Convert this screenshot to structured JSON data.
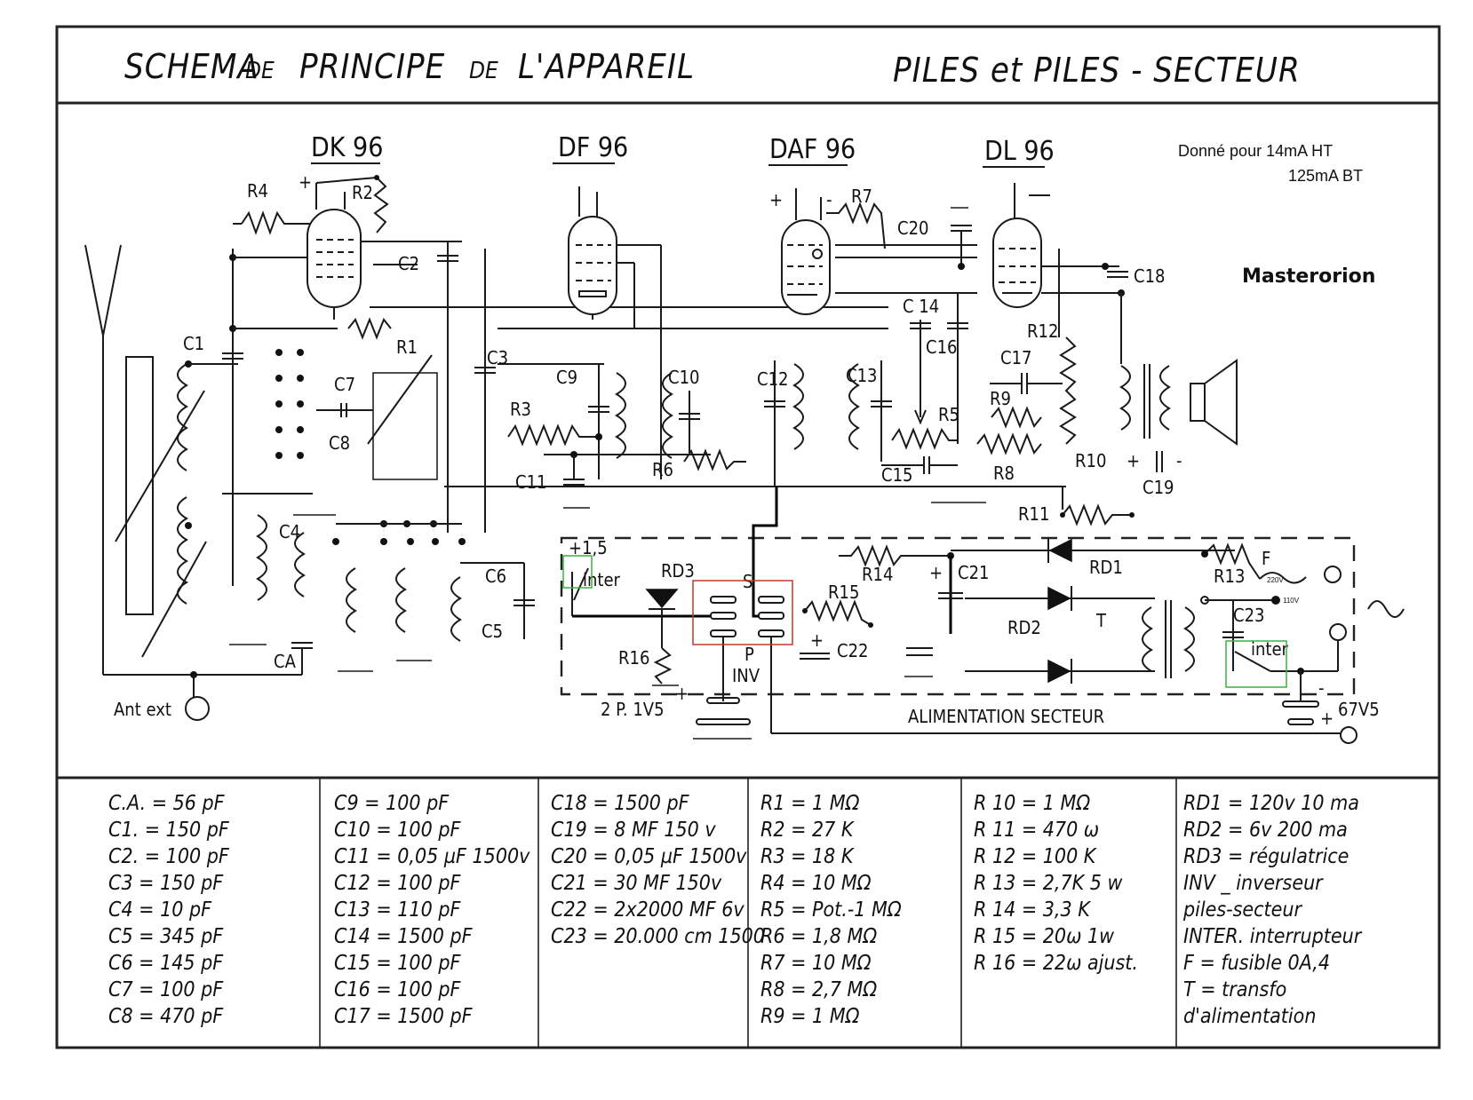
{
  "header": {
    "title_left_parts": [
      "SCHEMA",
      "DE",
      "PRINCIPE",
      "DE",
      "L'APPAREIL"
    ],
    "title_right": "PILES et PILES - SECTEUR"
  },
  "tubes": [
    {
      "id": "dk96",
      "label": "DK 96"
    },
    {
      "id": "df96",
      "label": "DF 96"
    },
    {
      "id": "daf96",
      "label": "DAF 96"
    },
    {
      "id": "dl96",
      "label": "DL 96"
    }
  ],
  "notes": {
    "current_line1": "Donné  pour 14mA HT",
    "current_line2": "125mA BT",
    "watermark": "Masterorion",
    "v220": "220V",
    "v110": "110V"
  },
  "schematic_labels": {
    "R4": "R4",
    "R2": "R2",
    "C2": "C2",
    "C1": "C1",
    "R1": "R1",
    "C7": "C7",
    "C8": "C8",
    "C3": "C3",
    "R3": "R3",
    "C9": "C9",
    "C10": "C10",
    "C11": "C11",
    "R6": "R6",
    "C12": "C12",
    "C13": "C13",
    "R7": "R7",
    "C20": "C20",
    "C14": "C 14",
    "C16": "C16",
    "R5": "R5",
    "C15": "C15",
    "C18": "C18",
    "R12": "R12",
    "C17": "C17",
    "R9": "R9",
    "R8": "R8",
    "R10": "R10",
    "C19": "C19",
    "R11": "R11",
    "C4": "C4",
    "CA": "CA",
    "C6": "C6",
    "C5": "C5",
    "ant_ext": "Ant ext",
    "plus15": "+1,5",
    "inter1": "inter",
    "RD3": "RD3",
    "S": "S",
    "P": "P",
    "INV": "INV",
    "R16": "R16",
    "R15": "R15",
    "R14": "R14",
    "C21": "C21",
    "C22": "C22",
    "RD1": "RD1",
    "RD2": "RD2",
    "T": "T",
    "R13": "R13",
    "F": "F",
    "C23": "C23",
    "inter2": "inter",
    "battery": "2 P. 1V5",
    "alim": "ALIMENTATION  SECTEUR",
    "v675": "67V5",
    "plus": "+",
    "minus": "-"
  },
  "legend": {
    "columns": [
      [
        "C.A. =   56 pF",
        "C1. = 150 pF",
        "C2. = 100 pF",
        "C3  = 150  pF",
        "C4  =   10  pF",
        "C5  = 345 pF",
        "C6  = 145 pF",
        "C7  = 100 pF",
        "C8  = 470 pF"
      ],
      [
        "C9   = 100 pF",
        "C10 = 100 pF",
        "C11 = 0,05 µF 1500v",
        "C12 = 100 pF",
        "C13 = 110  pF",
        "C14 = 1500 pF",
        "C15 = 100 pF",
        "C16 = 100 pF",
        "C17 = 1500 pF"
      ],
      [
        "C18 = 1500 pF",
        "C19 = 8 MF 150 v",
        "C20 = 0,05 µF 1500v",
        "C21 = 30 MF 150v",
        "C22 = 2x2000 MF 6v",
        "C23 = 20.000 cm 1500"
      ],
      [
        "R1 =    1 MΩ",
        "R2 =   27  K",
        "R3 =   18  K",
        "R4 =   10 MΩ",
        "R5 =   Pot.-1 MΩ",
        "R6 =   1,8  MΩ",
        "R7 =   10   MΩ",
        "R8 =  2,7 MΩ",
        "R9 =   1  MΩ"
      ],
      [
        "R 10 = 1 MΩ",
        "R 11 = 470 ω",
        "R 12 = 100 K",
        "R 13 = 2,7K 5 w",
        "R 14 = 3,3 K",
        "R 15 = 20ω  1w",
        "R 16 = 22ω ajust."
      ],
      [
        "RD1 = 120v 10 ma",
        "RD2 =  6v 200 ma",
        "RD3 = régulatrice",
        "INV _ inverseur",
        "        piles-secteur",
        "INTER. interrupteur",
        "F  =  fusible 0A,4",
        "T  =  transfo",
        "        d'alimentation"
      ]
    ]
  }
}
